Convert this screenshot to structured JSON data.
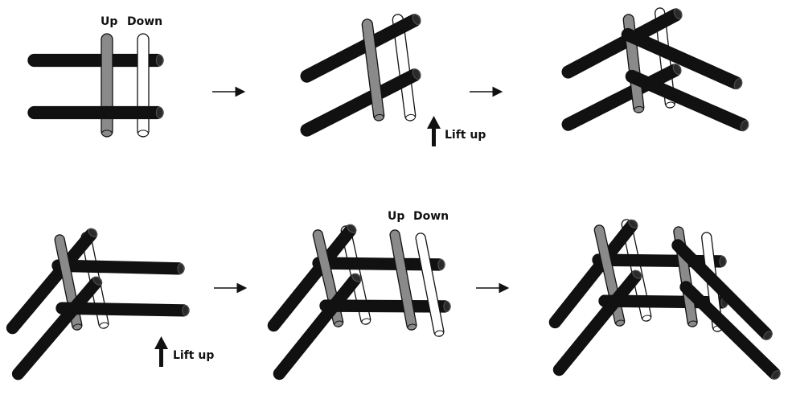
{
  "labels": {
    "up": "Up",
    "down": "Down",
    "lift_up": "Lift up"
  },
  "colors": {
    "black_pole": "#111111",
    "gray_pole": "#8a8a8a",
    "white_pole": "#ffffff",
    "outline": "#111111"
  },
  "steps": [
    {
      "row": 1,
      "col": 1
    },
    {
      "row": 1,
      "col": 2
    },
    {
      "row": 1,
      "col": 3
    },
    {
      "row": 2,
      "col": 1
    },
    {
      "row": 2,
      "col": 2
    },
    {
      "row": 2,
      "col": 3
    }
  ]
}
